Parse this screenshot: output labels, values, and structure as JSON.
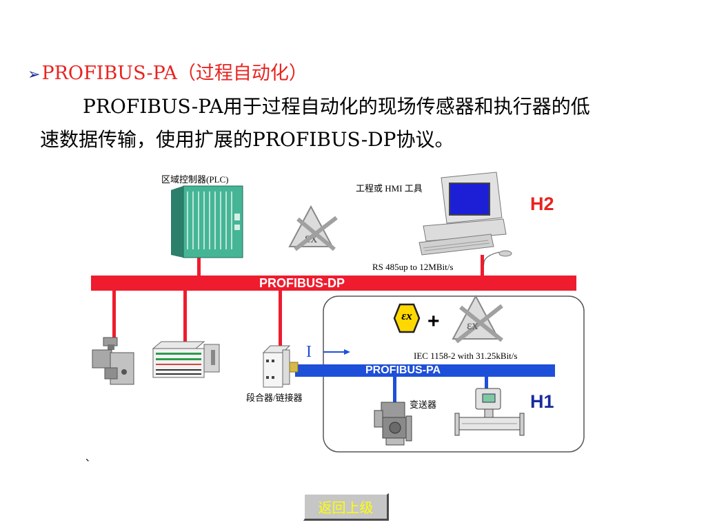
{
  "heading": {
    "bullet": "➢",
    "text": "PROFIBUS-PA（过程自动化）"
  },
  "paragraph": {
    "line1": "PROFIBUS-PA用于过程自动化的现场传感器和执行器的低",
    "line2": "速数据传输，使用扩展的PROFIBUS-DP协议。"
  },
  "diagram": {
    "plc_label": "区域控制器(PLC)",
    "hmi_label": "工程或 HMI 工具",
    "h2_label": "H2",
    "h1_label": "H1",
    "rs485_label": "RS 485up to 12MBit/s",
    "dp_bus_label": "PROFIBUS-DP",
    "pa_bus_label": "PROFIBUS-PA",
    "iec_label": "IEC 1158-2 with 31.25kBit/s",
    "coupler_label": "段合器/链接器",
    "transmitter_label": "变送器",
    "current_symbol": "I",
    "plus_sign": "+",
    "ex_text": "εx",
    "stray_mark": "、"
  },
  "colors": {
    "dp_bus": "#ee1c2e",
    "pa_bus": "#1e4fd8",
    "h2": "#e8231f",
    "h1": "#1a2b9c",
    "ex_yellow": "#ffd800"
  },
  "navigation": {
    "back_label": "返回上级"
  }
}
